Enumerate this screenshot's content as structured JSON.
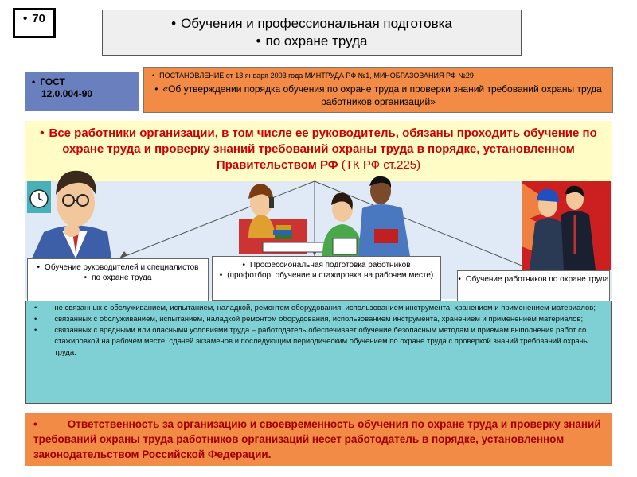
{
  "slide_number": "70",
  "title": {
    "line1": "Обучения и профессиональная подготовка",
    "line2": "по охране труда"
  },
  "gost": {
    "label": "ГОСТ",
    "code": "12.0.004-90"
  },
  "decree": {
    "line1": "ПОСТАНОВЛЕНИЕ от 13 января 2003 года МИНТРУДА РФ №1, МИНОБРАЗОВАНИЯ РФ №29",
    "line2": "«Об утверждении порядка обучения по охране труда и проверки знаний требований охраны труда работников организаций»"
  },
  "main_statement": {
    "text": "Все работники организации, в том числе ее руководитель, обязаны проходить обучение по охране труда и проверку знаний требований охраны труда в порядке, установленном Правительством РФ",
    "reference": "(ТК РФ ст.225)"
  },
  "boxes": {
    "managers": {
      "line1": "Обучение руководителей и специалистов",
      "line2": "по охране труда"
    },
    "professional": {
      "line1": "Профессиональная подготовка работников",
      "line2": "(профотбор, обучение и стажировка на рабочем месте)"
    },
    "workers": {
      "line1": "Обучение работников по охране труда"
    }
  },
  "list_items": [
    "не связанных с обслуживанием, испытанием, наладкой, ремонтом оборудования, использованием инструмента, хранением и применением материалов;",
    "связанных с обслуживанием, испытанием, наладкой ремонтом оборудования, использованием инструмента, хранением и применением материалов;",
    "связанных с вредными или опасными условиями труда – работодатель обеспечивает обучение безопасным методам и приемам выполнения работ со стажировкой на рабочем месте, сдачей экзаменов и последующим периодическим обучением по охране труда с проверкой знаний требований охраны труда."
  ],
  "responsibility": {
    "text": "Ответственность за организацию и своевременность обучения по охране труда и проверку знаний требований охраны труда работников организаций несет работодатель в порядке, установленном законодательством Российской Федерации."
  },
  "colors": {
    "decree_bg": "#f28b45",
    "gost_bg": "#6a7fbd",
    "main_bg": "#fffcc6",
    "main_text": "#cc0000",
    "list_bg": "#7fd0d4",
    "resp_text": "#a00000"
  },
  "icons": [
    "clock-icon",
    "books-icon"
  ]
}
